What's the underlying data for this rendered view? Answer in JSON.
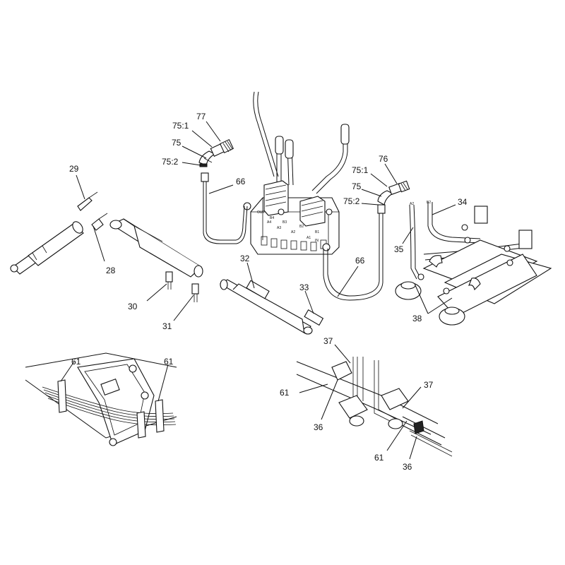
{
  "labels": [
    {
      "text": "77"
    },
    {
      "text": "75:1"
    },
    {
      "text": "75"
    },
    {
      "text": "75:2"
    },
    {
      "text": "66"
    },
    {
      "text": "76"
    },
    {
      "text": "75:1"
    },
    {
      "text": "75"
    },
    {
      "text": "75:2"
    },
    {
      "text": "34"
    },
    {
      "text": "35"
    },
    {
      "text": "29"
    },
    {
      "text": "28"
    },
    {
      "text": "32"
    },
    {
      "text": "33"
    },
    {
      "text": "66"
    },
    {
      "text": "30"
    },
    {
      "text": "31"
    },
    {
      "text": "38"
    },
    {
      "text": "61"
    },
    {
      "text": "61"
    },
    {
      "text": "37"
    },
    {
      "text": "61"
    },
    {
      "text": "36"
    },
    {
      "text": "37"
    },
    {
      "text": "61"
    },
    {
      "text": "36"
    }
  ],
  "valve_marks": {
    "out": "OUT",
    "port_b4": "B4",
    "port_a4": "A4",
    "port_b3": "B3",
    "port_a3": "A3",
    "port_b2": "B2",
    "port_a2": "A2",
    "port_b1": "B1",
    "port_a1": "A1",
    "port_in": "IN",
    "cyl_a2": "A2",
    "cyl_b2": "B2"
  }
}
